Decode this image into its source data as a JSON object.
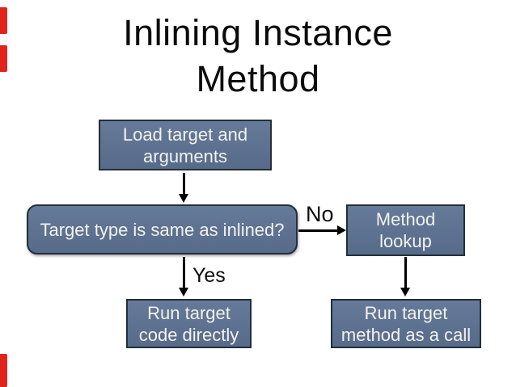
{
  "slide": {
    "title_line1": "Inlining Instance",
    "title_line2": "Method"
  },
  "flowchart": {
    "nodes": [
      {
        "id": "load",
        "label": "Load target and\narguments"
      },
      {
        "id": "decision",
        "label": "Target type is same as inlined?"
      },
      {
        "id": "method_lookup",
        "label": "Method\nlookup"
      },
      {
        "id": "run_direct",
        "label": "Run target\ncode directly"
      },
      {
        "id": "run_call",
        "label": "Run target\nmethod as a call"
      }
    ],
    "edge_labels": {
      "no": "No",
      "yes": "Yes"
    }
  },
  "colors": {
    "background": "#ffffff",
    "title_text": "#0b0b0b",
    "node_fill": "#5c7292",
    "node_border": "#232e3a",
    "node_text": "#f2f2ef",
    "arrow": "#000000",
    "edge_mark_red": "#e0241c"
  }
}
